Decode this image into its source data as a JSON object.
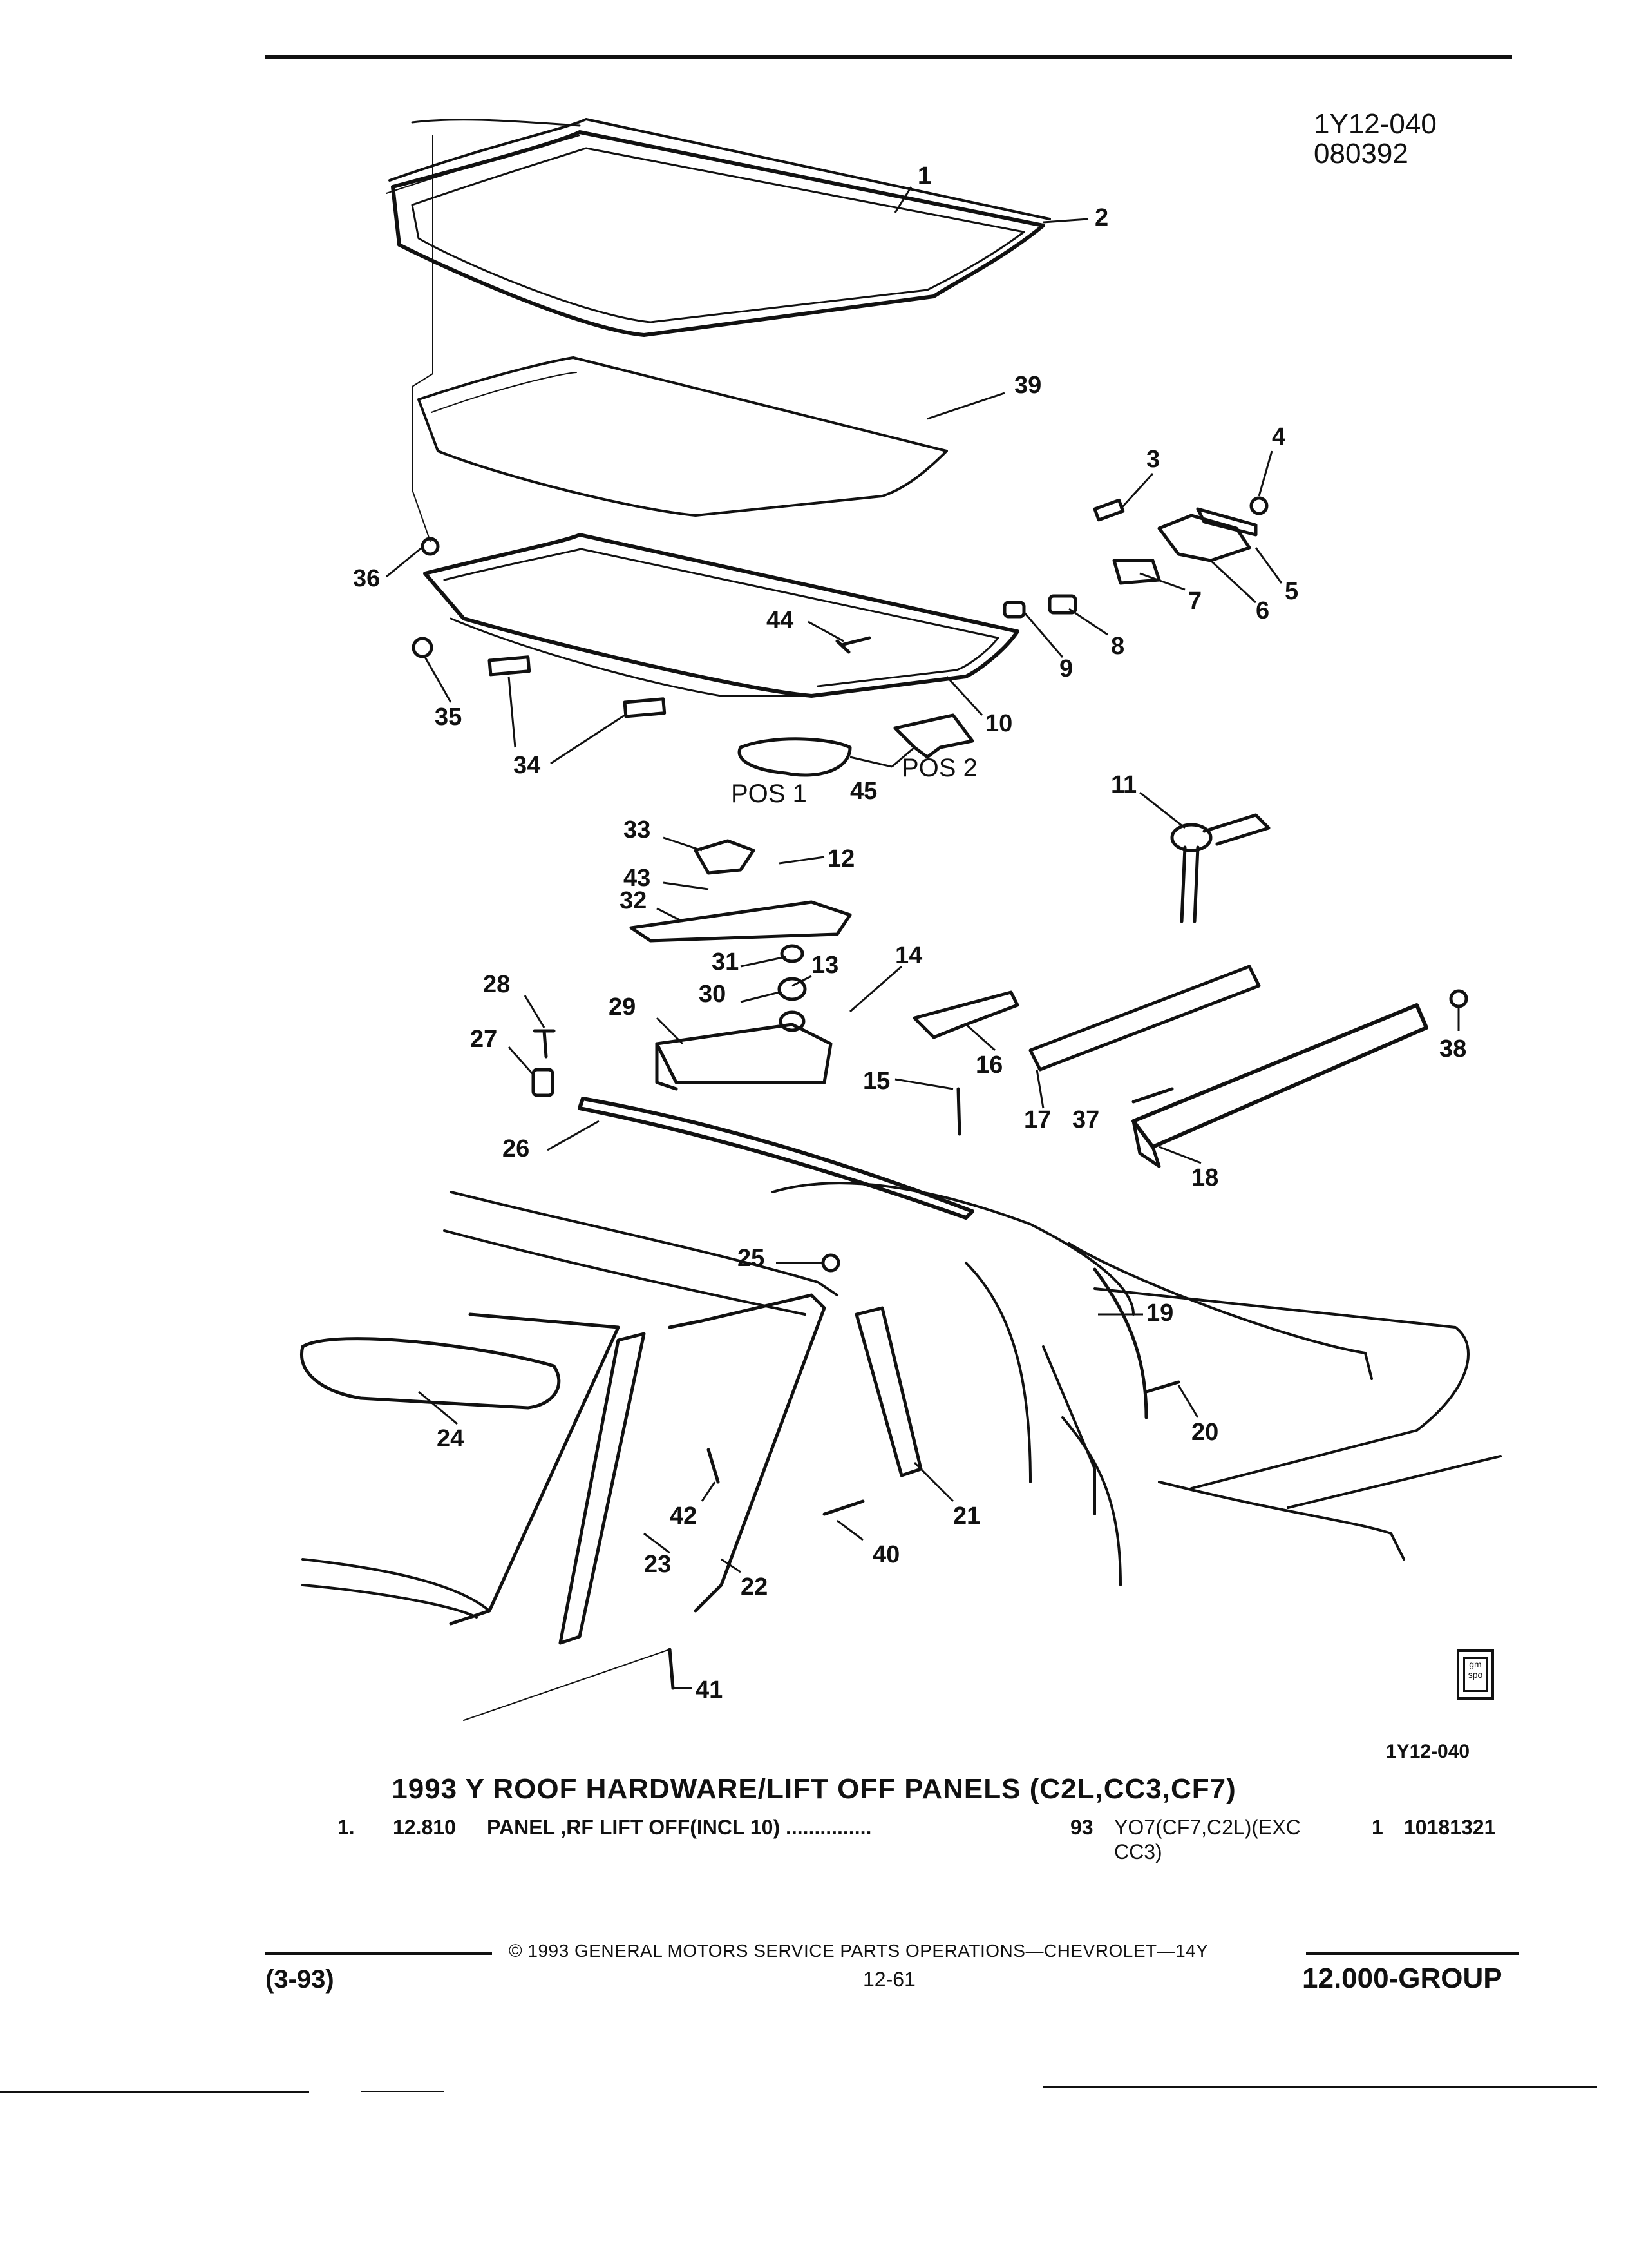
{
  "header": {
    "illustration_code": "1Y12-040",
    "date_code": "080392"
  },
  "callouts": [
    {
      "n": "1"
    },
    {
      "n": "2"
    },
    {
      "n": "3"
    },
    {
      "n": "4"
    },
    {
      "n": "5"
    },
    {
      "n": "6"
    },
    {
      "n": "7"
    },
    {
      "n": "8"
    },
    {
      "n": "9"
    },
    {
      "n": "10"
    },
    {
      "n": "11"
    },
    {
      "n": "12"
    },
    {
      "n": "13"
    },
    {
      "n": "14"
    },
    {
      "n": "15"
    },
    {
      "n": "16"
    },
    {
      "n": "17"
    },
    {
      "n": "18"
    },
    {
      "n": "19"
    },
    {
      "n": "20"
    },
    {
      "n": "21"
    },
    {
      "n": "22"
    },
    {
      "n": "23"
    },
    {
      "n": "24"
    },
    {
      "n": "25"
    },
    {
      "n": "26"
    },
    {
      "n": "27"
    },
    {
      "n": "28"
    },
    {
      "n": "29"
    },
    {
      "n": "30"
    },
    {
      "n": "31"
    },
    {
      "n": "32"
    },
    {
      "n": "33"
    },
    {
      "n": "34"
    },
    {
      "n": "35"
    },
    {
      "n": "36"
    },
    {
      "n": "37"
    },
    {
      "n": "38"
    },
    {
      "n": "39"
    },
    {
      "n": "40"
    },
    {
      "n": "41"
    },
    {
      "n": "42"
    },
    {
      "n": "43"
    },
    {
      "n": "44"
    },
    {
      "n": "45"
    }
  ],
  "position_labels": {
    "pos1": "POS 1",
    "pos2": "POS 2"
  },
  "logo_text": "gm spo",
  "reference_code_bottom": "1Y12-040",
  "title": "1993 Y ROOF HARDWARE/LIFT OFF PANELS (C2L,CC3,CF7)",
  "parts": [
    {
      "item": "1.",
      "group": "12.810",
      "description": "PANEL ,RF LIFT OFF(INCL 10) ...............",
      "year": "93",
      "usage_line1": "YO7(CF7,C2L)(EXC",
      "usage_line2": "CC3)",
      "qty": "1",
      "part_number": "10181321"
    }
  ],
  "footer": {
    "copyright": "© 1993 GENERAL MOTORS SERVICE PARTS OPERATIONS—CHEVROLET—14Y",
    "date": "(3-93)",
    "page": "12-61",
    "group": "12.000-GROUP"
  }
}
